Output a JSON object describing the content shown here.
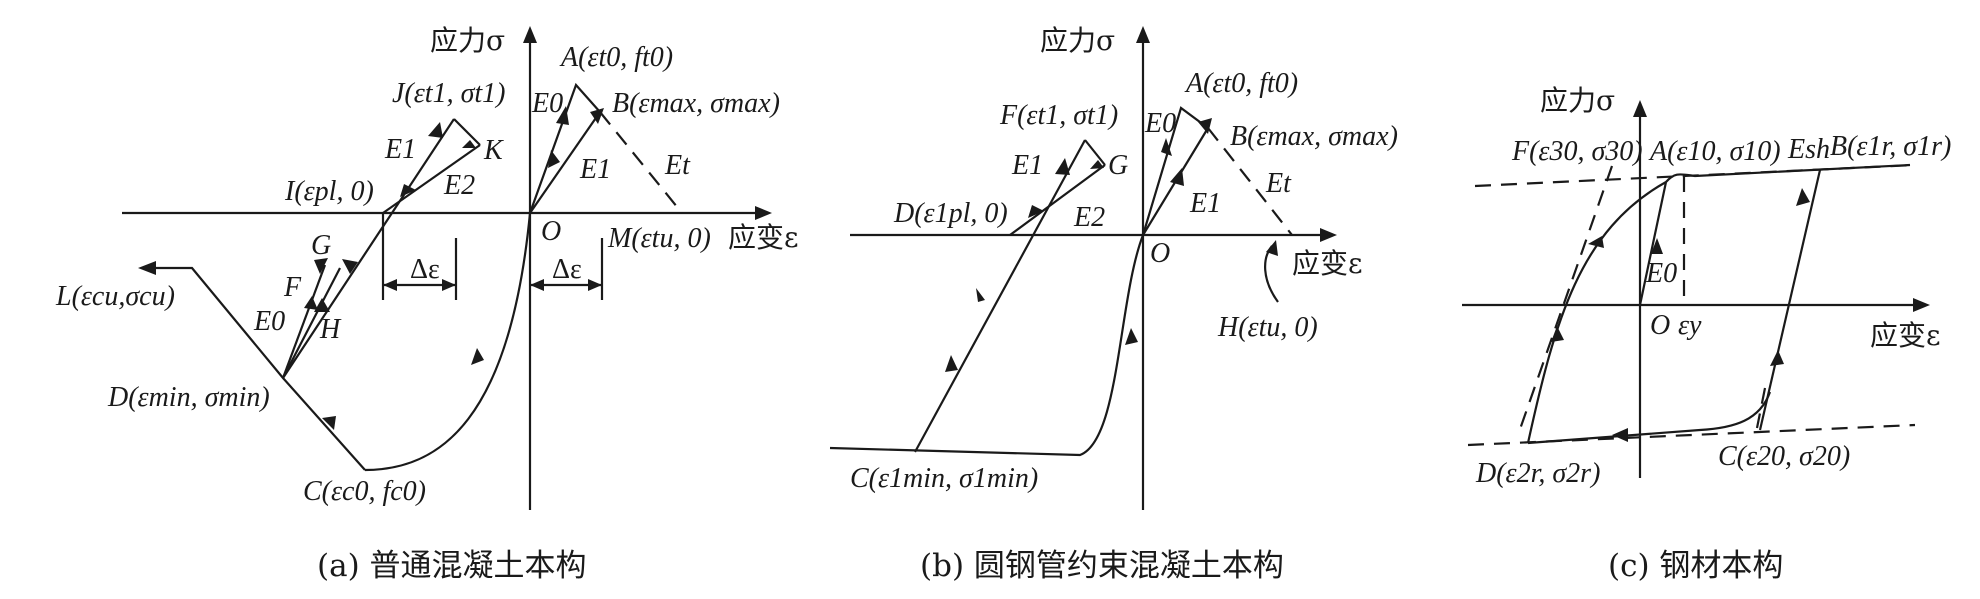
{
  "figures": {
    "a": {
      "caption": "(a)  普通混凝土本构",
      "y_axis": "应力σ",
      "x_axis": "应变ε",
      "points": {
        "A": "A(εt0, ft0)",
        "B": "B(εmax, σmax)",
        "J": "J(εt1, σt1)",
        "K": "K",
        "I": "I(εpl, 0)",
        "M": "M(εtu, 0)",
        "L": "L(εcu,σcu)",
        "D": "D(εmin, σmin)",
        "C": "C(εc0, fc0)",
        "O": "O",
        "G": "G",
        "F": "F",
        "H": "H"
      },
      "moduli": {
        "E0_top": "E0",
        "E1_top": "E1",
        "Et": "Et",
        "E1_left": "E1",
        "E2": "E2",
        "E0_low": "E0"
      },
      "delta_1": "Δε",
      "delta_2": "Δε"
    },
    "b": {
      "caption": "(b)  圆钢管约束混凝土本构",
      "y_axis": "应力σ",
      "x_axis": "应变ε",
      "points": {
        "A": "A(εt0, ft0)",
        "B": "B(εmax, σmax)",
        "F": "F(εt1, σt1)",
        "G": "G",
        "D": "D(ε1pl, 0)",
        "H": "H(εtu, 0)",
        "C": "C(ε1min, σ1min)",
        "O": "O"
      },
      "moduli": {
        "E0": "E0",
        "E1_top": "E1",
        "Et": "Et",
        "E1_left": "E1",
        "E2": "E2"
      }
    },
    "c": {
      "caption": "(c)  钢材本构",
      "y_axis": "应力σ",
      "x_axis": "应变ε",
      "points": {
        "F": "F(ε30, σ30)",
        "A": "A(ε10, σ10)",
        "B": "B(ε1r, σ1r)",
        "D": "D(ε2r, σ2r)",
        "C": "C(ε20, σ20)",
        "O": "O",
        "Ey": "εy"
      },
      "moduli": {
        "Esh": "Esh",
        "E0": "E0"
      }
    }
  }
}
